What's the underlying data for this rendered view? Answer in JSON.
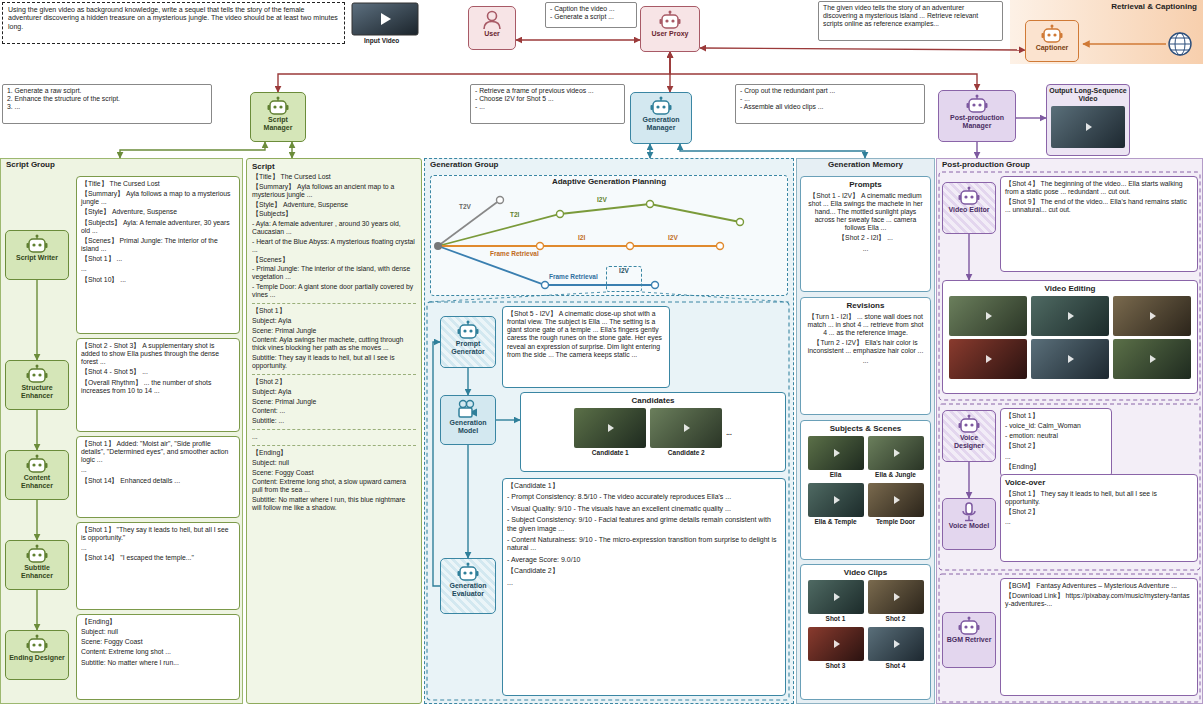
{
  "diagram": {
    "nodes": [
      {
        "text": [
          "Using the given video as background knowledge, write a sequel that tells the story of the female adventurer discovering a hidden treasure on a mysterious jungle. The video should be at least two minutes long."
        ]
      },
      {
        "text": [
          "User"
        ]
      },
      {
        "text": [
          "- Caption the video ...",
          "- Generate a script ..."
        ]
      },
      {
        "text": [
          "User Proxy"
        ]
      },
      {
        "text": [
          "The given video tells the story of an adventurer discovering a mysterious island ... Retrieve relevant scripts online as reference examples..."
        ]
      },
      {
        "text": [
          "Retrieval & Captioning"
        ]
      },
      {
        "text": [
          "Captioner"
        ],
        "in": 5
      },
      {
        "text": [
          "1. Generate a raw sciprt.",
          "2. Enhance the structure of the script.",
          "3. ..."
        ]
      },
      {
        "text": [
          "Script Manager"
        ]
      },
      {
        "text": [
          "- Retrieve a frame of previous videos ...",
          "- Choose I2V for Shot 5 ...",
          "- ..."
        ]
      },
      {
        "text": [
          "Generation Manager"
        ]
      },
      {
        "text": [
          "- Crop out the redundant part ...",
          "- ...",
          "- Assemble all video clips ..."
        ]
      },
      {
        "text": [
          "Post-production Manager"
        ]
      },
      {
        "text": [
          "Output Long-Sequence Video"
        ]
      },
      {
        "text": [
          "Script Group"
        ]
      },
      {
        "text": [
          "Script Writer"
        ],
        "in": 14
      },
      {
        "text": [
          "【Title】 The Cursed Lost",
          "【Summary】 Ayla follows a map to a mysterious jungle ...",
          "【Style】 Adventure, Suspense",
          "【Subjects】 Ayla: A female adventurer, 30 years old ...",
          "【Scenes】 Primal Jungle: The interior of the island ...",
          "【Shot 1】 ...",
          "...",
          "【Shot 10】 ..."
        ],
        "in": 14
      },
      {
        "text": [
          "Structure Enhancer"
        ],
        "in": 14
      },
      {
        "text": [
          "【Shot 2 - Shot 3】 A supplementary shot is added to show Ella pushes through the dense forest ...",
          "【Shot 4 - Shot 5】 ...",
          "【Overall Rhythm】 ... the number of shots increases from 10 to 14 ..."
        ],
        "in": 14
      },
      {
        "text": [
          "Content Enhancer"
        ],
        "in": 14
      },
      {
        "text": [
          "【Shot 1】 Added: \"Moist air\", \"Side profile details\", \"Determined eyes\", and smoother action logic ...",
          "...",
          "【Shot 14】 Enhanced details ..."
        ],
        "in": 14
      },
      {
        "text": [
          "Subtitle Enhancer"
        ],
        "in": 14
      },
      {
        "text": [
          "【Shot 1】 \"They say it leads to hell, but all I see is opportunity.\"",
          "...",
          "【Shot 14】 \"I escaped the temple...\""
        ],
        "in": 14
      },
      {
        "text": [
          "Ending Designer"
        ],
        "in": 14
      },
      {
        "text": [
          "【Ending】",
          "Subject: null",
          "Scene: Foggy Coast",
          "Content: Extreme long shot ...",
          "Subtitle: No matter where I run..."
        ],
        "in": 14
      },
      {
        "text": [
          "Script",
          "【Title】 The Cursed Lost",
          "【Summary】 Ayla follows an ancient map to a mysterious jungle ...",
          "【Style】 Adventure, Suspense",
          "【Subjects】",
          "- Ayla: A female adventurer , around 30 years old, Caucasian ...",
          "- Heart of the Blue Abyss: A mysterious floating crystal ...",
          "【Scenes】",
          "- Primal Jungle: The interior of the island, with dense vegetation ...",
          "- Temple Door: A giant stone door partially covered by vines ...",
          "【Shot 1】",
          "Subject: Ayla",
          "Scene: Primal Jungle",
          "Content: Ayla swings her machete, cutting through thick vines blocking her path as she moves ...",
          "Subtitle: They say it leads to hell, but all I see is opportunity.",
          "【Shot 2】",
          "Subject: Ayla",
          "Scene: Primal Jungle",
          "Content: ...",
          "Subtitle: ...",
          "...",
          "【Ending】",
          "Subject: null",
          "Scene: Foggy Coast",
          "Content: Extreme long shot, a slow upward camera pull from the sea ...",
          "Subtitle: No matter where I run, this blue nightmare will follow me like a shadow."
        ]
      },
      {
        "text": [
          "Generation Group"
        ]
      },
      {
        "text": [
          "Adaptive Generation Planning"
        ],
        "in": 26
      },
      {
        "text": [
          "I2V"
        ],
        "in": 27
      },
      {
        "text": [
          "Prompt Generator"
        ],
        "in": 26
      },
      {
        "text": [
          "【Shot 5 - I2V】 A cinematic close-up shot with a frontal view. The subject is Ella ... The setting is a giant stone gate of a temple ... Ella's fingers gently caress the rough runes on the stone gate. Her eyes reveal an expression of surprise. Dim light entering from the side ... The camera keeps static ..."
        ],
        "in": 26
      },
      {
        "text": [
          "Generation Model"
        ],
        "in": 26
      },
      {
        "text": [
          "Candidates",
          "Candidate 1",
          "Candidate 2",
          "..."
        ],
        "in": 26
      },
      {
        "text": [
          "Generation Evaluator"
        ],
        "in": 26
      },
      {
        "text": [
          "【Candidate 1】",
          "- Prompt Consistency: 8.5/10 - The video accurately reproduces Ella's ...",
          "- Visual Quality: 9/10 - The visuals have an excellent cinematic quality ...",
          "- Subject Consistency: 9/10 - Facial features and grime details remain consistent with the given image ...",
          "- Content Naturalness: 9/10 - The micro-expression transition from surprise to delight is natural ...",
          "- Average Score: 9.0/10",
          "【Candidate 2】",
          "..."
        ],
        "in": 26
      },
      {
        "text": [
          "Generation Memory"
        ]
      },
      {
        "text": [
          "Prompts",
          "【Shot 1 - I2V】 A cinematic medium shot ... Ella swings the machete in her hand... The mottled sunlight plays across her sweaty face ... camera follows Ella ...",
          "【Shot 2 - I2I】 ...",
          "..."
        ],
        "in": 35
      },
      {
        "text": [
          "Revisions",
          "【Turn 1 - I2I】 ... stone wall does not match ... in shot 4 ... retrieve from shot 4 ... as the reference image.",
          "【Turn 2 - I2V】 Ella's hair color is inconsistent ... emphasize hair color ...",
          "..."
        ],
        "in": 35
      },
      {
        "text": [
          "Subjects & Scenes",
          "Ella",
          "Ella & Jungle",
          "Ella & Temple",
          "Temple Door"
        ],
        "in": 35
      },
      {
        "text": [
          "Video Clips",
          "Shot 1",
          "Shot 2",
          "Shot 3",
          "Shot 4"
        ],
        "in": 35
      },
      {
        "text": [
          "Post-production Group"
        ]
      },
      {
        "text": [
          "Video Editor"
        ],
        "in": 40
      },
      {
        "text": [
          "【Shot 4】 The beginning of the video... Ella starts walking from a static pose ... redundant ... cut out.",
          "【Shot 9】 The end of the video... Ella's hand remains static ... unnatural... cut out."
        ],
        "in": 40
      },
      {
        "text": [
          "Video Editing"
        ],
        "in": 40
      },
      {
        "text": [
          "Voice Designer"
        ],
        "in": 40
      },
      {
        "text": [
          "【Shot 1】",
          "- voice_id: Calm_Woman",
          "- emotion: neutral",
          "【Shot 2】",
          "...",
          "【Ending】"
        ],
        "in": 40
      },
      {
        "text": [
          "Voice Model"
        ],
        "in": 40
      },
      {
        "text": [
          "Voice-over",
          "【Shot 1】 They say it leads to hell, but all I see is opportunity.",
          "【Shot 2】",
          "..."
        ],
        "in": 40
      },
      {
        "text": [
          "BGM Retriver"
        ],
        "in": 40
      },
      {
        "text": [
          "【BGM】 Fantasy Adventures – Mysterious Adventure ...",
          "【Download Link】 https://pixabay.com/music/mystery-fantasy-adventures-..."
        ],
        "in": 40
      }
    ],
    "edges": [
      {
        "from": 1,
        "to": 3,
        "arrow": "both"
      },
      {
        "from": 3,
        "to": 6,
        "arrow": "both"
      },
      {
        "from": 3,
        "to": 8,
        "arrow": "both"
      },
      {
        "from": 3,
        "to": 10,
        "arrow": "both"
      },
      {
        "from": 3,
        "to": 12,
        "arrow": "both"
      },
      {
        "from": 8,
        "to": 14,
        "arrow": "both"
      },
      {
        "from": 8,
        "to": 25,
        "arrow": "both"
      },
      {
        "from": 10,
        "to": 26,
        "arrow": "both"
      },
      {
        "from": 10,
        "to": 35,
        "arrow": "both"
      },
      {
        "from": 12,
        "to": 40,
        "arrow": "to"
      },
      {
        "from": 12,
        "to": 13,
        "arrow": "to"
      },
      {
        "from": 15,
        "to": 17,
        "arrow": "to"
      },
      {
        "from": 17,
        "to": 19,
        "arrow": "to"
      },
      {
        "from": 19,
        "to": 21,
        "arrow": "to"
      },
      {
        "from": 21,
        "to": 23,
        "arrow": "to"
      },
      {
        "from": 29,
        "to": 31,
        "arrow": "to"
      },
      {
        "from": 31,
        "to": 32,
        "arrow": "to"
      },
      {
        "from": 31,
        "to": 33,
        "arrow": "to"
      },
      {
        "from": 33,
        "to": 29,
        "arrow": "to"
      },
      {
        "from": 41,
        "to": 43,
        "arrow": "to"
      },
      {
        "from": 44,
        "to": 46,
        "arrow": "to"
      }
    ],
    "labels": [
      "Input Video",
      "T2V",
      "T2I",
      "I2V",
      "Frame Retrieval",
      "I2I",
      "I2V",
      "Frame Retrieval"
    ]
  }
}
